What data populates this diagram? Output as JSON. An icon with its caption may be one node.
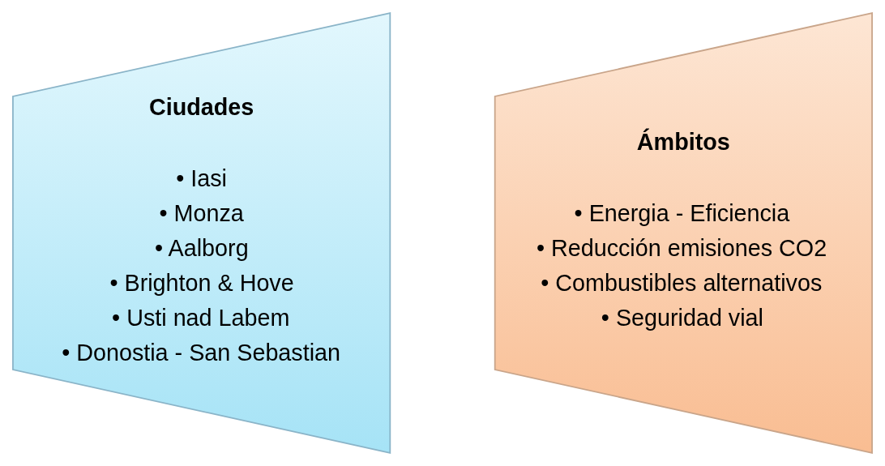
{
  "diagram": {
    "nodes": [
      {
        "text": [
          "Ciudades",
          "• Iasi",
          "• Monza",
          "• Aalborg",
          "• Brighton & Hove",
          "• Usti nad Labem",
          "• Donostia - San Sebastian"
        ]
      },
      {
        "text": [
          "Ámbitos",
          "• Energia - Eficiencia",
          "• Reducción emisiones CO2",
          "• Combustibles alternativos",
          "• Seguridad vial"
        ]
      }
    ]
  }
}
